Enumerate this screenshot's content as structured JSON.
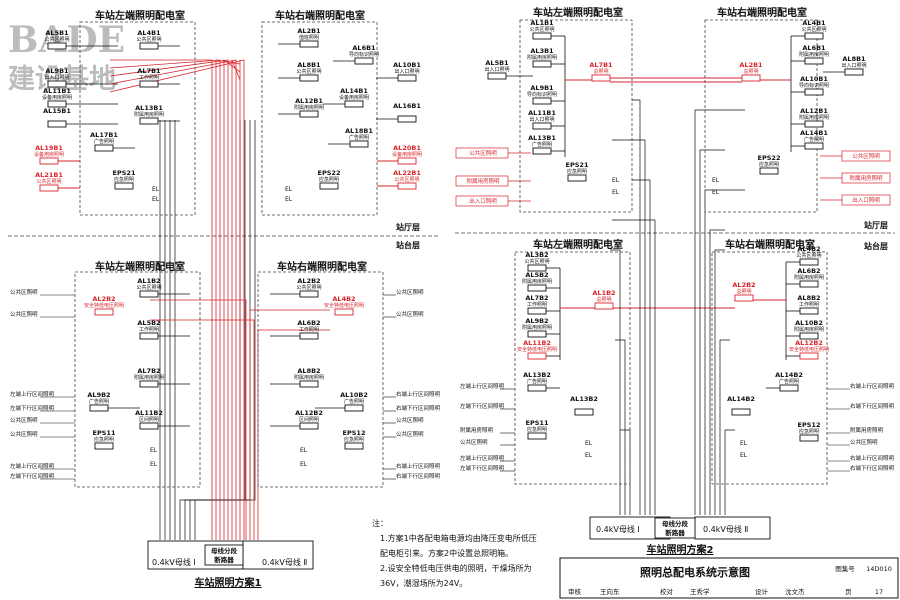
{
  "logo": {
    "main": "BADE",
    "sub": "建设基地"
  },
  "colors": {
    "line": "#111111",
    "red": "#d7262d",
    "dash": "#444444"
  },
  "floors": {
    "hall": "站厅层",
    "platform": "站台层"
  },
  "room_titles": {
    "left": "车站左端照明配电室",
    "right": "车站右端照明配电室"
  },
  "scheme1": {
    "title": "车站照明方案1",
    "bus1": "0.4kV母线 Ⅰ",
    "bus2": "0.4kV母线 Ⅱ",
    "breaker": [
      "母线分段",
      "断路器"
    ],
    "hall_left": [
      {
        "id": "AL5B1",
        "sub": "公共区照明"
      },
      {
        "id": "AL9B1",
        "sub": "出入口照明"
      },
      {
        "id": "AL11B1",
        "sub": "设备用房照明"
      },
      {
        "id": "AL15B1",
        "sub": ""
      },
      {
        "id": "AL4B1",
        "sub": "公共区照明"
      },
      {
        "id": "AL7B1",
        "sub": "工作照明"
      },
      {
        "id": "AL13B1",
        "sub": "附属用房照明"
      },
      {
        "id": "AL17B1",
        "sub": "广告照明"
      },
      {
        "id": "EPS21",
        "sub": "应急照明"
      }
    ],
    "hall_left_red": [
      {
        "id": "AL19B1",
        "sub": "设备用房照明"
      },
      {
        "id": "AL21B1",
        "sub": "公共区照明"
      }
    ],
    "hall_right": [
      {
        "id": "AL2B1",
        "sub": "值班照明"
      },
      {
        "id": "AL6B1",
        "sub": "导向标识照明"
      },
      {
        "id": "AL8B1",
        "sub": "公共区照明"
      },
      {
        "id": "AL10B1",
        "sub": "出入口照明"
      },
      {
        "id": "AL14B1",
        "sub": "设备用房照明"
      },
      {
        "id": "AL12B1",
        "sub": "附属用房照明"
      },
      {
        "id": "AL16B1",
        "sub": ""
      },
      {
        "id": "AL18B1",
        "sub": "广告照明"
      },
      {
        "id": "EPS22",
        "sub": "应急照明"
      }
    ],
    "hall_right_red": [
      {
        "id": "AL20B1",
        "sub": "设备用房照明"
      },
      {
        "id": "AL22B1",
        "sub": "公共区照明"
      }
    ],
    "plat_left": [
      {
        "id": "AL1B2",
        "sub": "公共区照明"
      },
      {
        "id": "AL5B2",
        "sub": "工作照明"
      },
      {
        "id": "AL7B2",
        "sub": "附属用房照明"
      },
      {
        "id": "AL9B2",
        "sub": "广告照明"
      },
      {
        "id": "AL11B2",
        "sub": "区间照明"
      },
      {
        "id": "EPS11",
        "sub": "应急照明"
      }
    ],
    "plat_left_red": {
      "id": "AL2B2",
      "sub": "安全特低电压照明"
    },
    "plat_right": [
      {
        "id": "AL2B2",
        "sub": "公共区照明"
      },
      {
        "id": "AL6B2",
        "sub": "工作照明"
      },
      {
        "id": "AL8B2",
        "sub": "附属用房照明"
      },
      {
        "id": "AL10B2",
        "sub": "广告照明"
      },
      {
        "id": "AL12B2",
        "sub": "区间照明"
      },
      {
        "id": "EPS12",
        "sub": "应急照明"
      }
    ],
    "plat_right_red": {
      "id": "AL4B2",
      "sub": "安全特低电压照明"
    },
    "side_left": [
      "公共区照明",
      "公共区照明",
      "左端上行区间照明",
      "左端下行区间照明",
      "公共区照明",
      "公共区照明",
      "左端上行区间照明",
      "左端下行区间照明"
    ],
    "side_right": [
      "公共区照明",
      "公共区照明",
      "右端上行区间照明",
      "右端下行区间照明",
      "公共区照明",
      "公共区照明",
      "右端上行区间照明",
      "右端下行区间照明"
    ]
  },
  "scheme2": {
    "title": "车站照明方案2",
    "bus1": "0.4kV母线 Ⅰ",
    "bus2": "0.4kV母线 Ⅱ",
    "breaker": [
      "母线分段",
      "断路器"
    ],
    "hall_left_box": [
      {
        "id": "AL1B1",
        "sub": "公共区照明"
      },
      {
        "id": "AL3B1",
        "sub": "附属用房照明"
      },
      {
        "id": "AL9B1",
        "sub": "导向标识照明"
      },
      {
        "id": "AL11B1",
        "sub": "出入口照明"
      },
      {
        "id": "AL13B1",
        "sub": "广告照明"
      },
      {
        "id": "EPS21",
        "sub": "应急照明"
      }
    ],
    "hall_left_out": {
      "id": "AL5B1",
      "sub": "出入口照明"
    },
    "hall_left_feed": {
      "id": "AL7B1",
      "sub": "总照明"
    },
    "hall_right_box": [
      {
        "id": "AL4B1",
        "sub": "公共区照明"
      },
      {
        "id": "AL6B1",
        "sub": "附属用房照明"
      },
      {
        "id": "AL10B1",
        "sub": "导向标识照明"
      },
      {
        "id": "AL12B1",
        "sub": "附属用房照明"
      },
      {
        "id": "AL14B1",
        "sub": "广告照明"
      },
      {
        "id": "EPS22",
        "sub": "应急照明"
      }
    ],
    "hall_right_out": {
      "id": "AL8B1",
      "sub": "出入口照明"
    },
    "hall_right_feed": {
      "id": "AL2B1",
      "sub": "总照明"
    },
    "hall_left_red_side": [
      "公共区照明",
      "附属用房照明",
      "出入口照明"
    ],
    "hall_right_red_side": [
      "公共区照明",
      "附属用房照明",
      "出入口照明"
    ],
    "plat_left_box": [
      {
        "id": "AL3B2",
        "sub": "公共区照明"
      },
      {
        "id": "AL5B2",
        "sub": "附属用房照明"
      },
      {
        "id": "AL7B2",
        "sub": "工作照明"
      },
      {
        "id": "AL9B2",
        "sub": "附属用房照明"
      },
      {
        "id": "AL11B2",
        "sub": "安全特低电压照明"
      },
      {
        "id": "AL13B2",
        "sub": "广告照明"
      },
      {
        "id": "EPS11",
        "sub": "应急照明"
      }
    ],
    "plat_left_feed": {
      "id": "AL1B2",
      "sub": "总照明"
    },
    "plat_right_box": [
      {
        "id": "AL4B2",
        "sub": "公共区照明"
      },
      {
        "id": "AL6B2",
        "sub": "附属用房照明"
      },
      {
        "id": "AL8B2",
        "sub": "工作照明"
      },
      {
        "id": "AL10B2",
        "sub": "附属用房照明"
      },
      {
        "id": "AL12B2",
        "sub": "安全特低电压照明"
      },
      {
        "id": "AL14B2",
        "sub": "广告照明"
      },
      {
        "id": "EPS12",
        "sub": "应急照明"
      }
    ],
    "plat_right_feed": {
      "id": "AL2B2",
      "sub": "总照明"
    },
    "side_left": [
      "左端上行区间照明",
      "左端下行区间照明",
      "附属用房照明",
      "公共区照明",
      "左端上行区间照明",
      "左端下行区间照明"
    ],
    "side_right": [
      "右端上行区间照明",
      "右端下行区间照明",
      "附属用房照明",
      "公共区照明",
      "右端上行区间照明",
      "右端下行区间照明"
    ]
  },
  "notes": {
    "heading": "注：",
    "lines": [
      "1.方案1中各配电箱电源均由降压变电所低压",
      "配电柜引来。方案2中设置总照明箱。",
      "2.设安全特低电压供电的照明，干燥场所为",
      "36V，潮湿场所为24V。"
    ]
  },
  "title_block": {
    "title": "照明总配电系统示意图",
    "set_label": "图集号",
    "set_no": "14D010",
    "row": [
      "审核",
      "王向东",
      "校对",
      "王秀学",
      "设计",
      "沈文杰",
      "页"
    ],
    "page": "17"
  },
  "el": "EL"
}
